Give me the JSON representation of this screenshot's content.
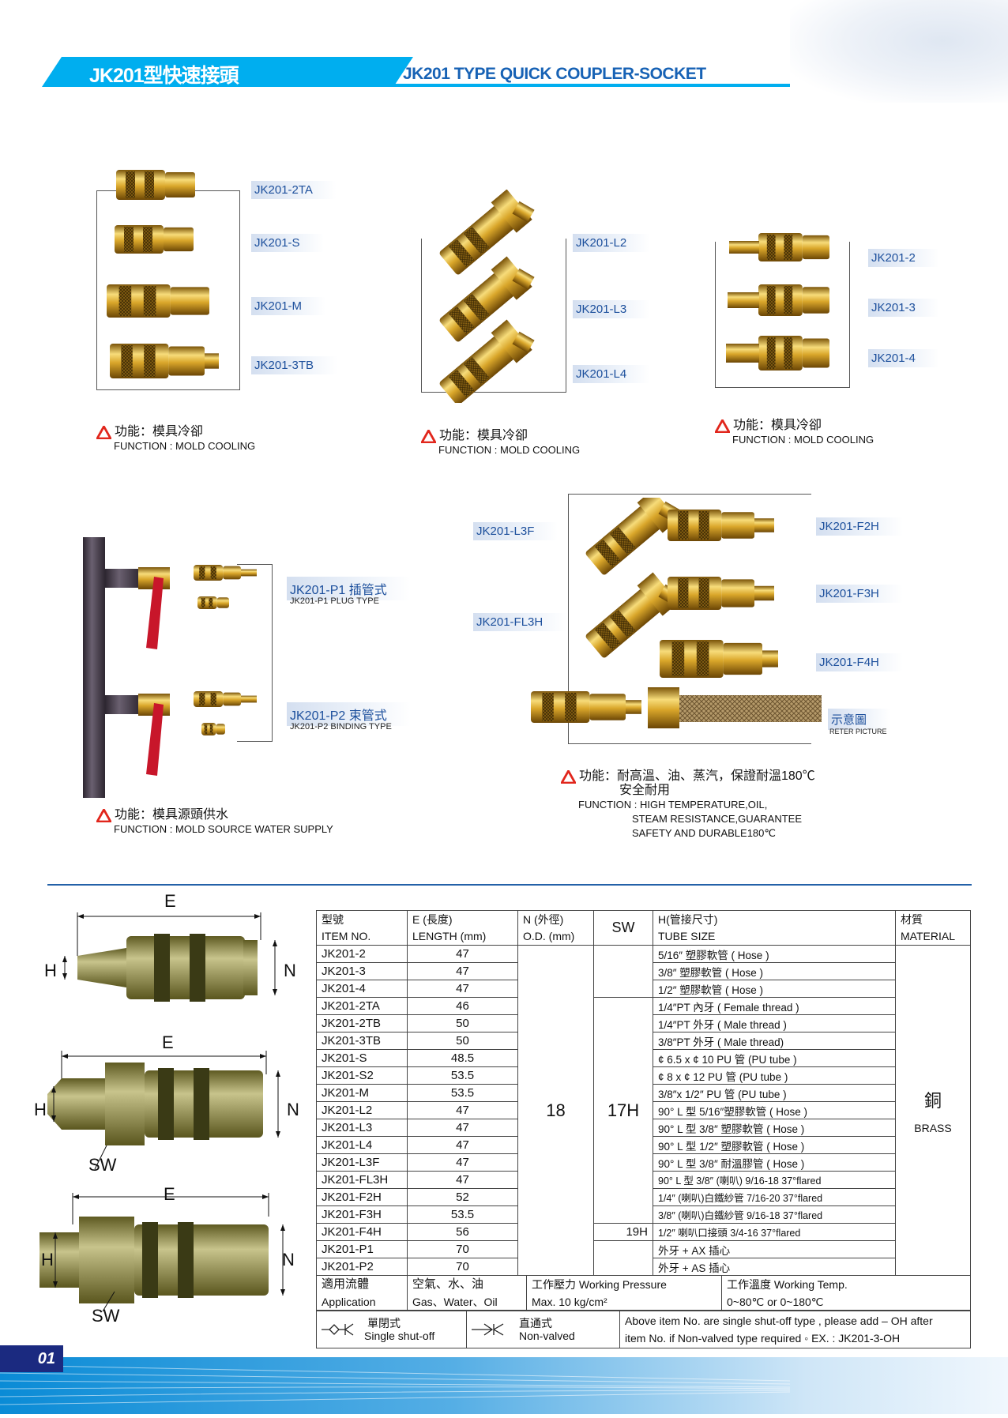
{
  "header": {
    "title_cn": "JK201型快速接頭",
    "title_en": "JK201 TYPE QUICK COUPLER-SOCKET"
  },
  "groups": [
    {
      "labels": [
        "JK201-2TA",
        "JK201-S",
        "JK201-M",
        "JK201-3TB"
      ],
      "function_cn": "功能：模具冷卻",
      "function_en": "FUNCTION : MOLD COOLING"
    },
    {
      "labels": [
        "JK201-L2",
        "JK201-L3",
        "JK201-L4"
      ],
      "function_cn": "功能：模具冷卻",
      "function_en": "FUNCTION : MOLD COOLING"
    },
    {
      "labels": [
        "JK201-2",
        "JK201-3",
        "JK201-4"
      ],
      "function_cn": "功能：模具冷卻",
      "function_en": "FUNCTION : MOLD COOLING"
    }
  ],
  "plug_group": {
    "p1_label": "JK201-P1 插管式",
    "p1_sub": "JK201-P1 PLUG TYPE",
    "p2_label": "JK201-P2 束管式",
    "p2_sub": "JK201-P2 BINDING TYPE",
    "function_cn": "功能：模具源頭供水",
    "function_en": "FUNCTION : MOLD SOURCE WATER SUPPLY"
  },
  "flare_group": {
    "labels": {
      "l3f": "JK201-L3F",
      "fl3h": "JK201-FL3H",
      "f2h": "JK201-F2H",
      "f3h": "JK201-F3H",
      "f4h": "JK201-F4H"
    },
    "picture_label": "示意圖",
    "picture_sub": "RETER PICTURE",
    "function_cn_1": "功能：耐高溫、油、蒸汽，保證耐溫180℃",
    "function_cn_2": "安全耐用",
    "function_en_1": "FUNCTION : HIGH TEMPERATURE,OIL,",
    "function_en_2": "STEAM RESISTANCE,GUARANTEE",
    "function_en_3": "SAFETY AND DURABLE180℃"
  },
  "diagrams": {
    "e": "E",
    "h": "H",
    "n": "N",
    "sw": "SW"
  },
  "table": {
    "headers": [
      {
        "cn": "型號",
        "en": "ITEM NO."
      },
      {
        "cn": "E (長度)",
        "en": "LENGTH (mm)"
      },
      {
        "cn": "N (外徑)",
        "en": "O.D. (mm)"
      },
      {
        "cn": "SW",
        "en": ""
      },
      {
        "cn": "H(管接尺寸)",
        "en": "TUBE SIZE"
      },
      {
        "cn": "材質",
        "en": "MATERIAL"
      }
    ],
    "rows": [
      {
        "item": "JK201-2",
        "length": "47",
        "tube": "5/16″ 塑膠軟管 ( Hose )"
      },
      {
        "item": "JK201-3",
        "length": "47",
        "tube": "3/8″ 塑膠軟管 ( Hose )"
      },
      {
        "item": "JK201-4",
        "length": "47",
        "tube": "1/2″ 塑膠軟管 ( Hose )"
      },
      {
        "item": "JK201-2TA",
        "length": "46",
        "tube": "1/4″PT 內牙 ( Female thread )"
      },
      {
        "item": "JK201-2TB",
        "length": "50",
        "tube": "1/4″PT 外牙 ( Male thread )"
      },
      {
        "item": "JK201-3TB",
        "length": "50",
        "tube": "3/8″PT 外牙 ( Male thread)"
      },
      {
        "item": "JK201-S",
        "length": "48.5",
        "tube": "¢ 6.5 x ¢ 10 PU 管 (PU tube )"
      },
      {
        "item": "JK201-S2",
        "length": "53.5",
        "tube": "¢ 8 x ¢ 12 PU 管 (PU tube )"
      },
      {
        "item": "JK201-M",
        "length": "53.5",
        "tube": "3/8″x 1/2″ PU 管 (PU tube )"
      },
      {
        "item": "JK201-L2",
        "length": "47",
        "tube": "90° L 型 5/16″塑膠軟管 ( Hose )"
      },
      {
        "item": "JK201-L3",
        "length": "47",
        "tube": "90° L 型 3/8″ 塑膠軟管 ( Hose )"
      },
      {
        "item": "JK201-L4",
        "length": "47",
        "tube": "90° L 型 1/2″ 塑膠軟管 ( Hose )"
      },
      {
        "item": "JK201-L3F",
        "length": "47",
        "tube": "90° L 型 3/8″ 耐溫膠管 ( Hose )"
      },
      {
        "item": "JK201-FL3H",
        "length": "47",
        "tube": "90° L 型 3/8″ (喇叭) 9/16-18 37°flared"
      },
      {
        "item": "JK201-F2H",
        "length": "52",
        "tube": "1/4″ (喇叭)白鐵紗管 7/16-20 37°flared"
      },
      {
        "item": "JK201-F3H",
        "length": "53.5",
        "tube": "3/8″ (喇叭)白鐵紗管 9/16-18 37°flared"
      },
      {
        "item": "JK201-F4H",
        "length": "56",
        "tube": "1/2″ 喇叭口接頭 3/4-16 37°flared"
      },
      {
        "item": "JK201-P1",
        "length": "70",
        "tube": "外牙 + AX 插心"
      },
      {
        "item": "JK201-P2",
        "length": "70",
        "tube": "外牙 + AS 插心"
      }
    ],
    "od": "18",
    "sw_17": "17H",
    "sw_19": "19H",
    "material_cn": "銅",
    "material_en": "BRASS",
    "application_cn": "適用流體",
    "application_en": "Application",
    "fluids_cn": "空氣、水、油",
    "fluids_en": "Gas、Water、Oil",
    "pressure_label": "工作壓力 Working Pressure",
    "pressure_value": "Max. 10 kg/cm²",
    "temp_label": "工作溫度 Working Temp.",
    "temp_value": "0~80℃ or 0~180℃",
    "single_cn": "單閉式",
    "single_en": "Single shut-off",
    "nonvalved_cn": "直通式",
    "nonvalved_en": "Non-valved",
    "note_1": "Above item No. are single shut-off type , please add – OH after",
    "note_2": "item No.  if Non-valved type required  ◦  EX. : JK201-3-OH"
  },
  "footer": {
    "page": "01"
  }
}
